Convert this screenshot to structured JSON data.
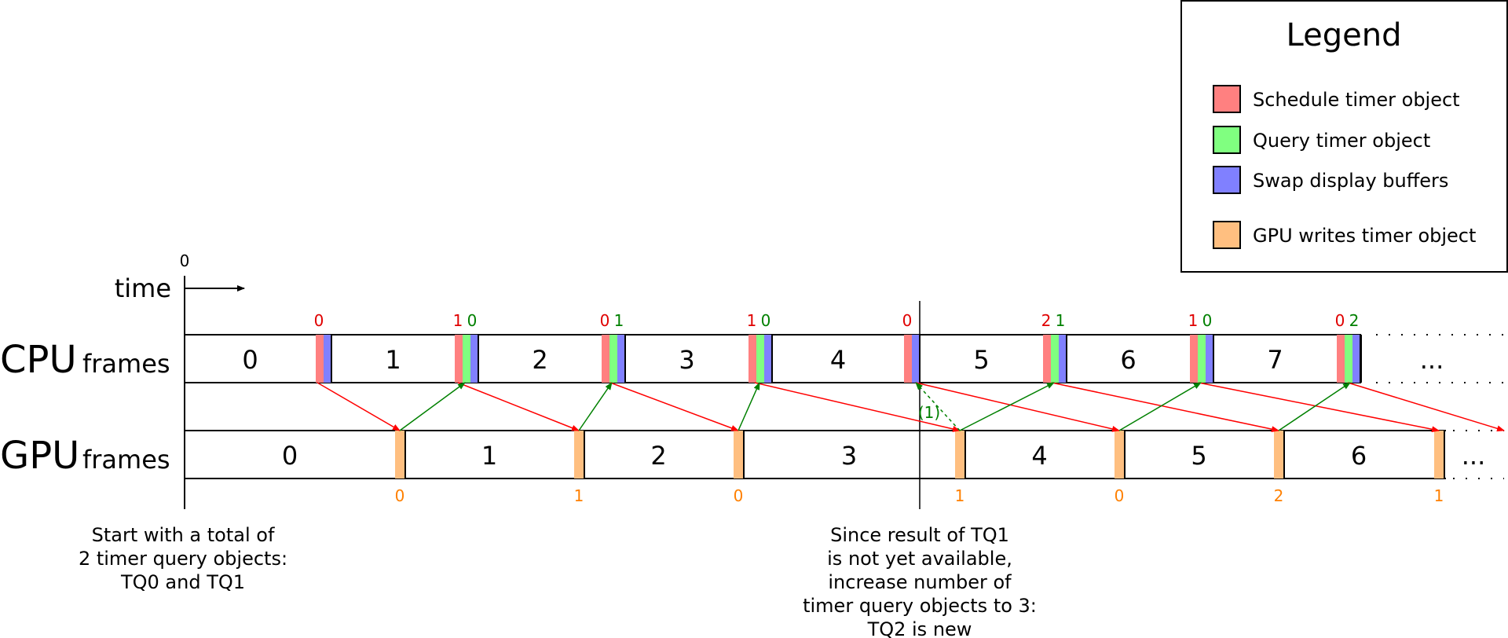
{
  "axis": {
    "zero_label": "0",
    "time_label": "time"
  },
  "rows": {
    "cpu": {
      "label_main": "CPU",
      "label_sub": "frames",
      "ellipsis": "..."
    },
    "gpu": {
      "label_main": "GPU",
      "label_sub": "frames",
      "ellipsis": "..."
    }
  },
  "cpu_frames": [
    "0",
    "1",
    "2",
    "3",
    "4",
    "5",
    "6",
    "7"
  ],
  "gpu_frames": [
    "0",
    "1",
    "2",
    "3",
    "4",
    "5",
    "6"
  ],
  "cpu_markers": [
    {
      "schedule": "0",
      "query": ""
    },
    {
      "schedule": "1",
      "query": "0"
    },
    {
      "schedule": "0",
      "query": "1"
    },
    {
      "schedule": "1",
      "query": "0"
    },
    {
      "schedule": "0",
      "query": ""
    },
    {
      "schedule": "2",
      "query": "1"
    },
    {
      "schedule": "1",
      "query": "0"
    },
    {
      "schedule": "0",
      "query": "2"
    }
  ],
  "gpu_markers": [
    "0",
    "1",
    "0",
    "1",
    "0",
    "2",
    "1"
  ],
  "dashed_arrow_label": "(1)",
  "legend": {
    "title": "Legend",
    "items": [
      {
        "label": "Schedule timer object",
        "color": "#ff8080"
      },
      {
        "label": "Query timer object",
        "color": "#80ff80"
      },
      {
        "label": "Swap display buffers",
        "color": "#8080ff"
      },
      {
        "label": "GPU writes timer object",
        "color": "#ffbf80"
      }
    ]
  },
  "notes": {
    "left": [
      "Start with a total of",
      "2 timer query objects:",
      "TQ0 and TQ1"
    ],
    "right": [
      "Since result of TQ1",
      "is not yet available,",
      "increase number of",
      "timer query objects to 3:",
      "TQ2 is new"
    ]
  },
  "colors": {
    "schedule": "#ff8080",
    "query": "#80ff80",
    "swap": "#8080ff",
    "gpu": "#ffbf80",
    "schedule_text": "#e00000",
    "query_text": "#008000",
    "gpu_text": "#ff8000",
    "red_arrow": "#ff0000",
    "green_arrow": "#008000"
  }
}
